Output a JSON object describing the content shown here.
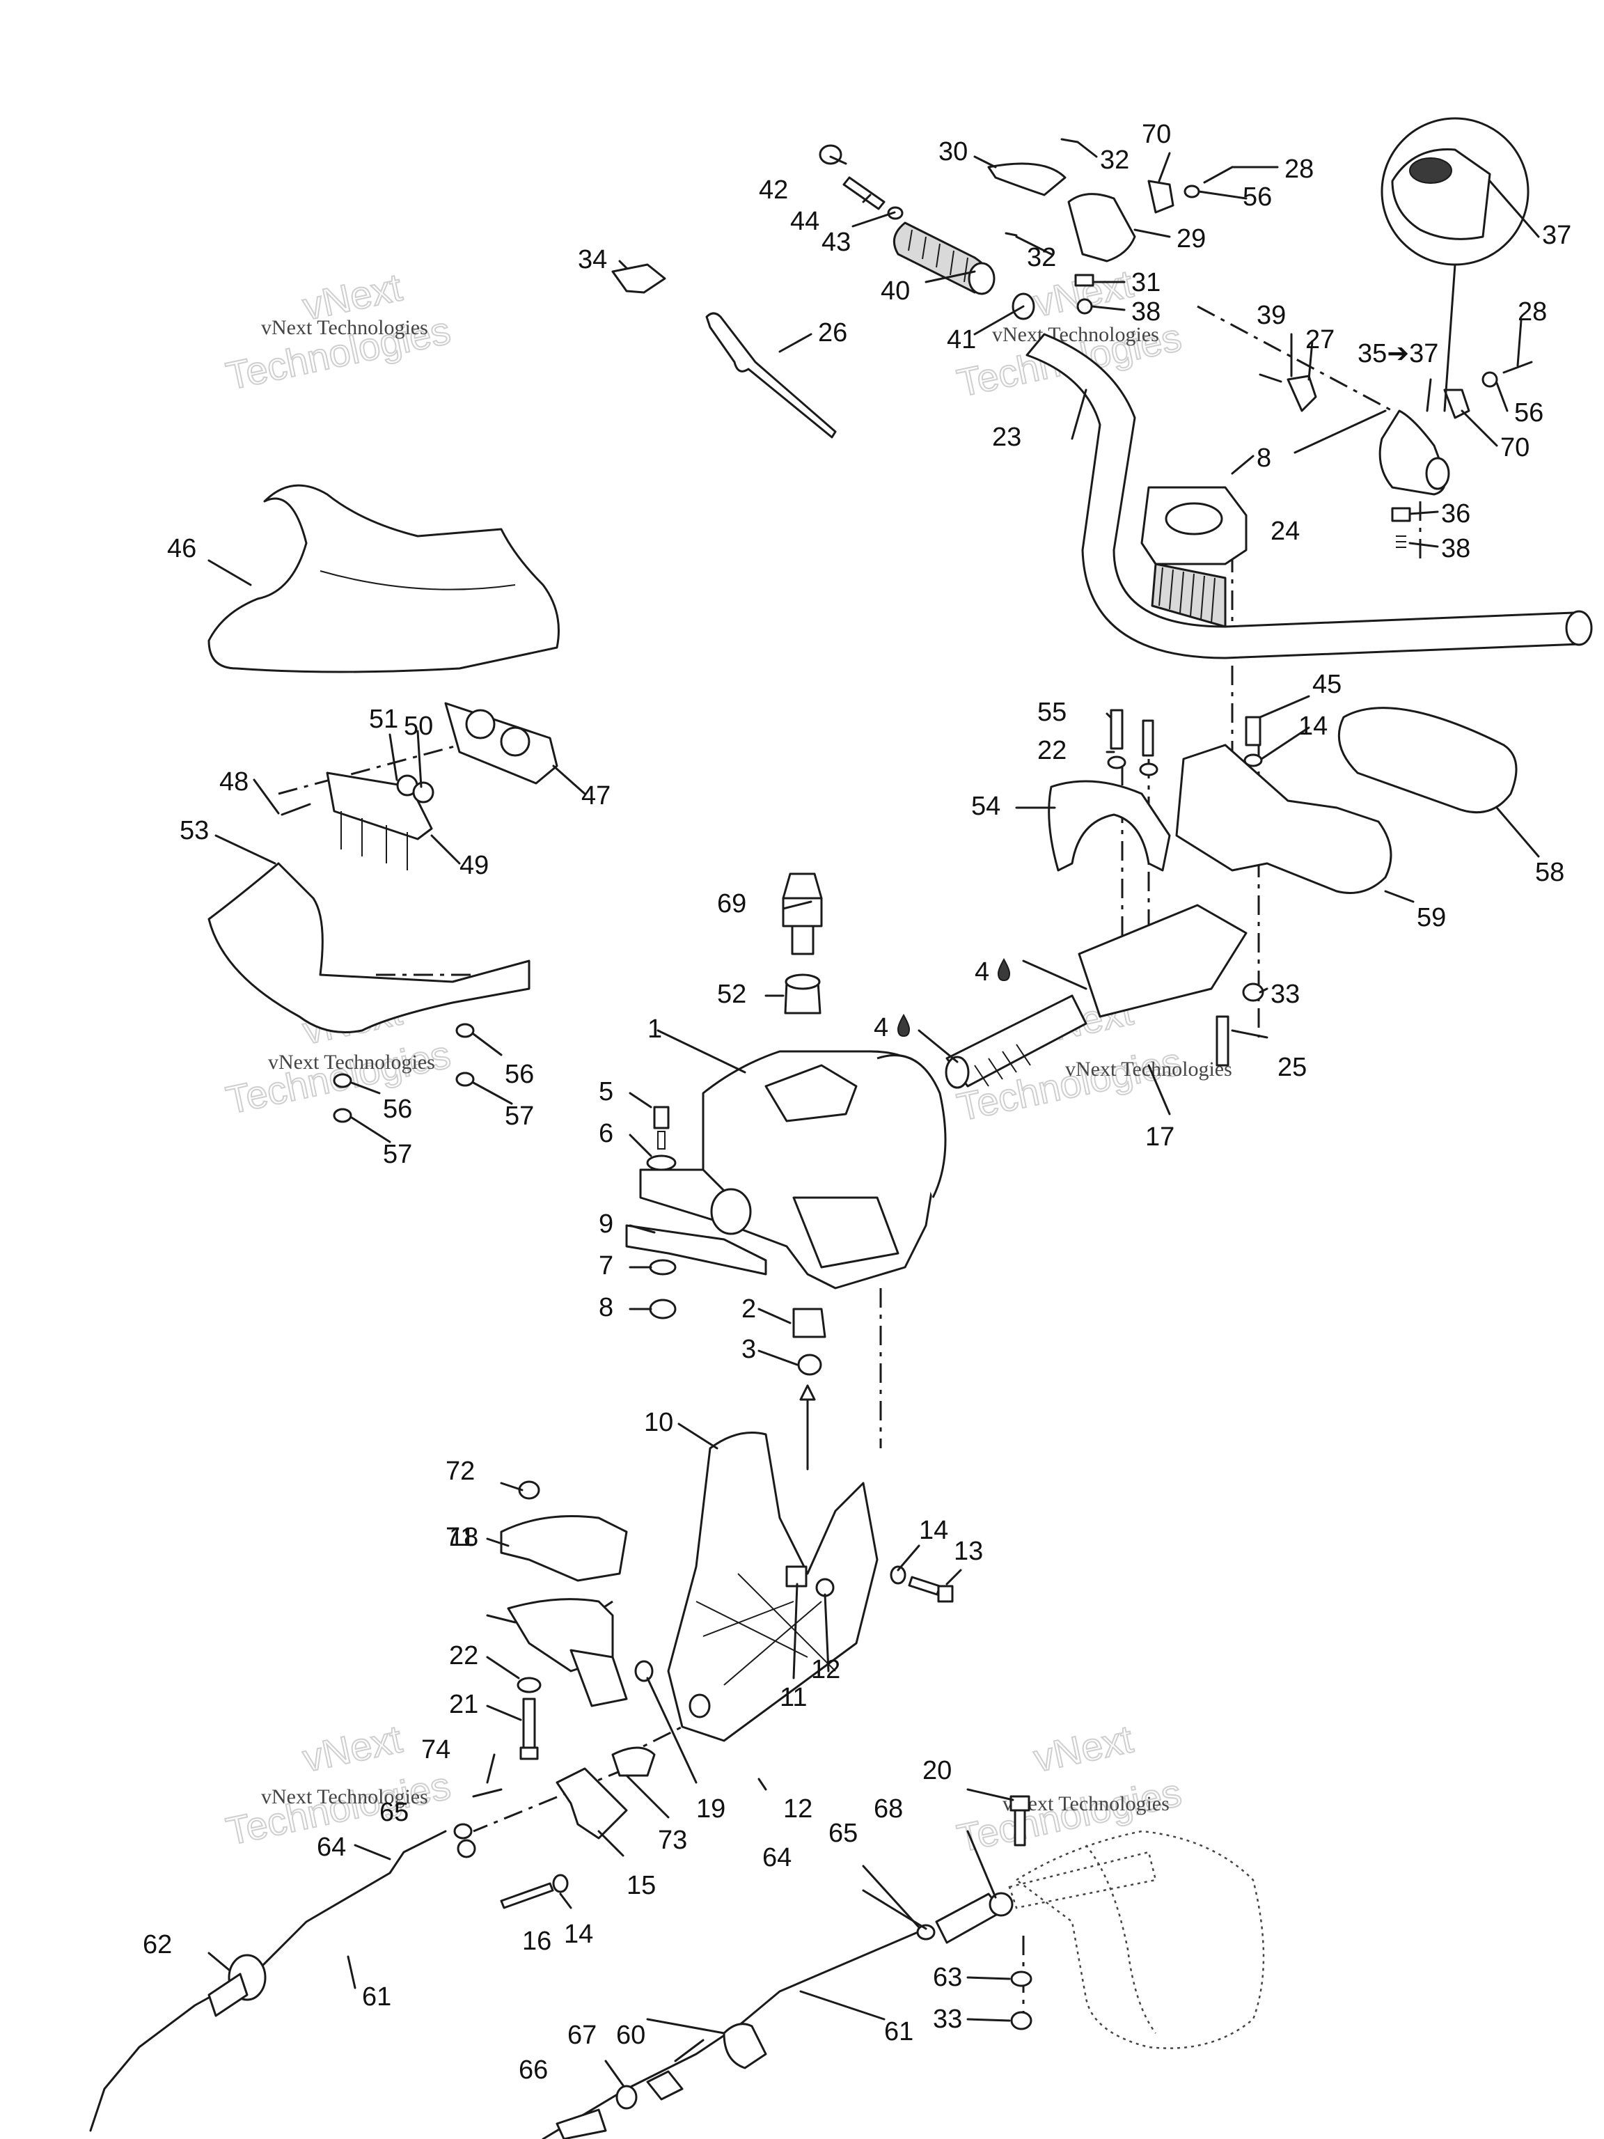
{
  "watermark": {
    "small": "vNext Technologies",
    "big_top": "vNext",
    "big_bottom": "Technologies"
  },
  "labels": {
    "l1": "1",
    "l2": "2",
    "l3": "3",
    "l4a": "4",
    "l4b": "4",
    "l5": "5",
    "l6": "6",
    "l7": "7",
    "l8a": "8",
    "l8b": "8",
    "l9": "9",
    "l10": "10",
    "l11": "11",
    "l12a": "12",
    "l12b": "12",
    "l13": "13",
    "l14a": "14",
    "l14b": "14",
    "l14c": "14",
    "l15": "15",
    "l16": "16",
    "l17": "17",
    "l18": "18",
    "l19": "19",
    "l20": "20",
    "l21": "21",
    "l22a": "22",
    "l22b": "22",
    "l23": "23",
    "l24": "24",
    "l25": "25",
    "l26": "26",
    "l27": "27",
    "l28a": "28",
    "l28b": "28",
    "l29": "29",
    "l30": "30",
    "l31": "31",
    "l32a": "32",
    "l32b": "32",
    "l33a": "33",
    "l33b": "33",
    "l34": "34",
    "l35": "35➔37",
    "l36": "36",
    "l37": "37",
    "l38a": "38",
    "l38b": "38",
    "l39": "39",
    "l40": "40",
    "l41": "41",
    "l42": "42",
    "l43": "43",
    "l44": "44",
    "l45": "45",
    "l46": "46",
    "l47": "47",
    "l48": "48",
    "l49": "49",
    "l50": "50",
    "l51": "51",
    "l52": "52",
    "l53": "53",
    "l54": "54",
    "l55": "55",
    "l56a": "56",
    "l56b": "56",
    "l56c": "56",
    "l56d": "56",
    "l57a": "57",
    "l57b": "57",
    "l58": "58",
    "l59": "59",
    "l60": "60",
    "l61a": "61",
    "l61b": "61",
    "l62": "62",
    "l63": "63",
    "l64a": "64",
    "l64b": "64",
    "l65a": "65",
    "l65b": "65",
    "l66": "66",
    "l67": "67",
    "l68": "68",
    "l69": "69",
    "l70a": "70",
    "l70b": "70",
    "l71": "71",
    "l72": "72",
    "l73": "73",
    "l74": "74"
  }
}
